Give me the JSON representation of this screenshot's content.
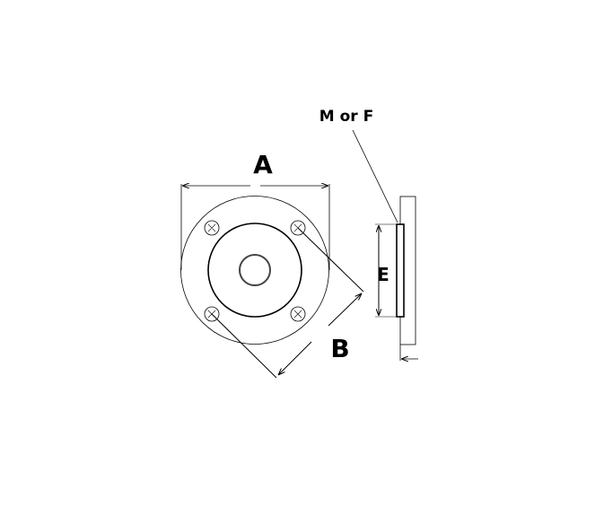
{
  "diagram": {
    "labels": {
      "a": "A",
      "b": "B",
      "e": "E",
      "m_or_f": "M or F"
    },
    "line_color": "#000000"
  }
}
